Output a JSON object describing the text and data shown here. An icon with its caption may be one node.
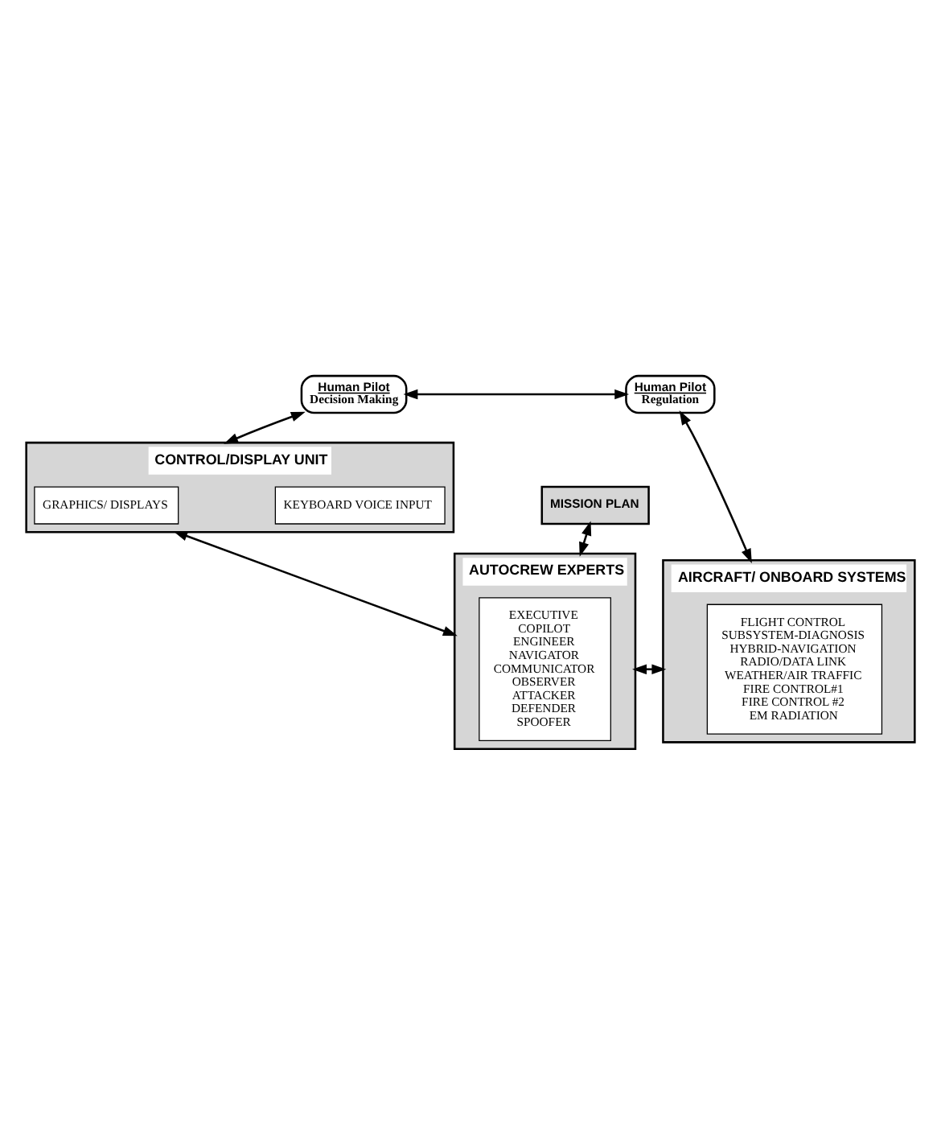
{
  "diagram": {
    "nodes": [
      {
        "text": [
          "Human Pilot",
          "Decision Making"
        ]
      },
      {
        "text": [
          "Human Pilot",
          "Regulation"
        ]
      },
      {
        "text": [
          "CONTROL/DISPLAY UNIT"
        ]
      },
      {
        "text": [
          "GRAPHICS/ DISPLAYS"
        ],
        "in": 2
      },
      {
        "text": [
          "KEYBOARD VOICE INPUT"
        ],
        "in": 2
      },
      {
        "text": [
          "MISSION PLAN"
        ]
      },
      {
        "text": [
          "AUTOCREW EXPERTS"
        ]
      },
      {
        "text": [
          "EXECUTIVE",
          "COPILOT",
          "ENGINEER",
          "NAVIGATOR",
          "COMMUNICATOR",
          "OBSERVER",
          "ATTACKER",
          "DEFENDER",
          "SPOOFER"
        ],
        "in": 6
      },
      {
        "text": [
          "AIRCRAFT/ ONBOARD SYSTEMS"
        ]
      },
      {
        "text": [
          "FLIGHT CONTROL",
          "SUBSYSTEM-DIAGNOSIS",
          "HYBRID-NAVIGATION",
          "RADIO/DATA LINK",
          "WEATHER/AIR TRAFFIC",
          "FIRE CONTROL#1",
          "FIRE CONTROL #2",
          "EM RADIATION"
        ],
        "in": 8
      }
    ],
    "edges": [
      {
        "from": 0,
        "to": 1,
        "arrow": "both"
      },
      {
        "from": 0,
        "to": 2,
        "arrow": "both"
      },
      {
        "from": 1,
        "to": 8,
        "arrow": "both"
      },
      {
        "from": 5,
        "to": 6,
        "arrow": "both"
      },
      {
        "from": 2,
        "to": 6,
        "arrow": "both"
      },
      {
        "from": 6,
        "to": 8,
        "arrow": "both"
      }
    ]
  }
}
